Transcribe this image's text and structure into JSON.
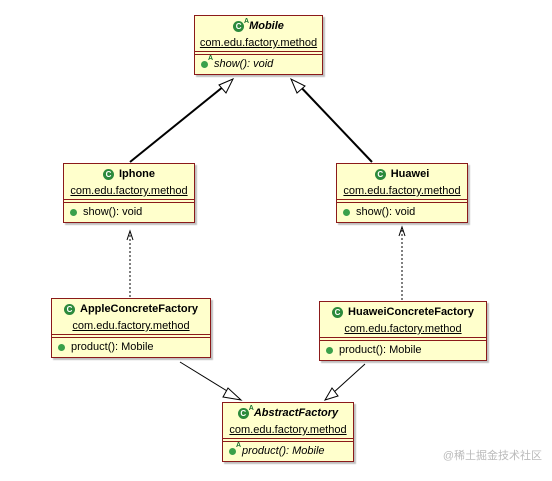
{
  "classes": {
    "mobile": {
      "name": "Mobile",
      "package": "com.edu.factory.method",
      "operation": "show(): void",
      "abstract": true
    },
    "iphone": {
      "name": "Iphone",
      "package": "com.edu.factory.method",
      "operation": "show(): void",
      "abstract": false
    },
    "huawei": {
      "name": "Huawei",
      "package": "com.edu.factory.method",
      "operation": "show(): void",
      "abstract": false
    },
    "apple_factory": {
      "name": "AppleConcreteFactory",
      "package": "com.edu.factory.method",
      "operation": "product(): Mobile",
      "abstract": false
    },
    "huawei_factory": {
      "name": "HuaweiConcreteFactory",
      "package": "com.edu.factory.method",
      "operation": "product(): Mobile",
      "abstract": false
    },
    "abstract_factory": {
      "name": "AbstractFactory",
      "package": "com.edu.factory.method",
      "operation": "product(): Mobile",
      "abstract": true
    }
  },
  "icons": {
    "class_icon": "class-c-icon",
    "method_icon": "public-method-icon",
    "abstract_marker": "A"
  },
  "colors": {
    "box_fill": "#ffffcc",
    "box_border": "#8b1a1a",
    "icon_green": "#2c8a3c"
  },
  "watermark": "@稀土掘金技术社区"
}
